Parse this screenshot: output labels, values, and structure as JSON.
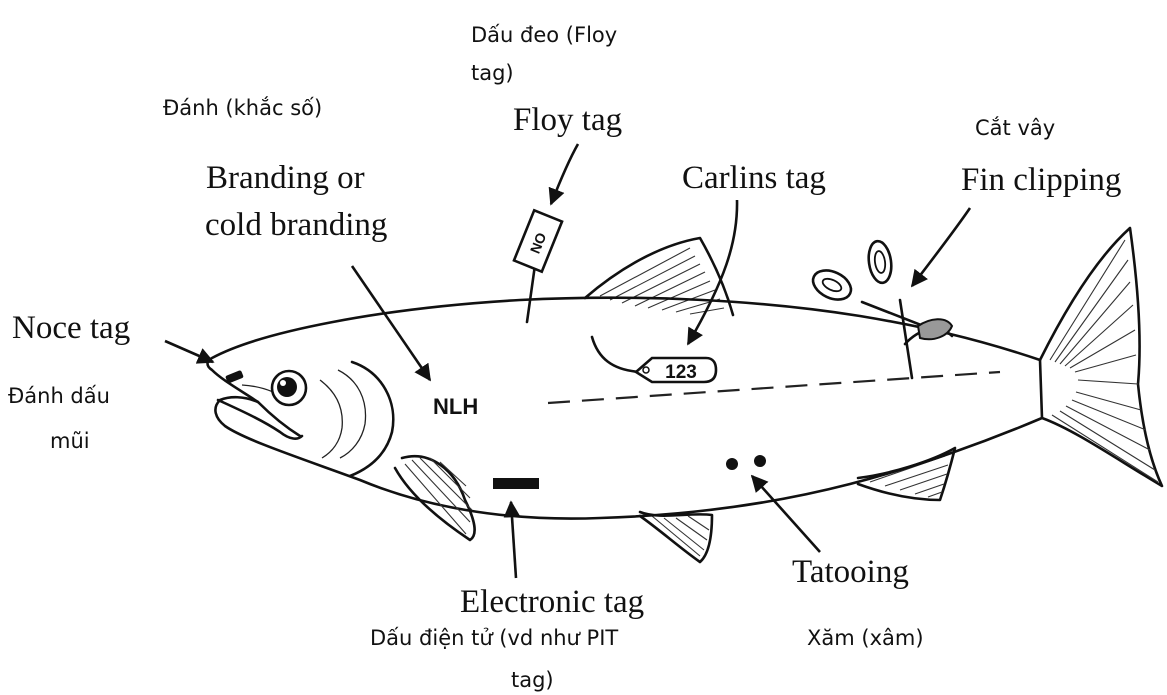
{
  "labels": {
    "floy_vn": [
      "Dấu đeo (Floy",
      "tag)"
    ],
    "floy_en": "Floy tag",
    "branding_vn": "Đánh (khắc số)",
    "branding_en": [
      "Branding or",
      "cold branding"
    ],
    "carlins_en": "Carlins tag",
    "fin_vn": "Cắt vây",
    "fin_en": "Fin clipping",
    "noce_en": "Noce tag",
    "noce_vn": [
      "Đánh dấu",
      "mũi"
    ],
    "electronic_en": "Electronic tag",
    "electronic_vn": [
      "Dấu điện tử (vd như PIT",
      "tag)"
    ],
    "tattoo_en": "Tatooing",
    "tattoo_vn": "Xăm (xâm)"
  },
  "marks": {
    "brand_text": "NLH",
    "carlins_number": "123",
    "floy_text": "NO"
  }
}
